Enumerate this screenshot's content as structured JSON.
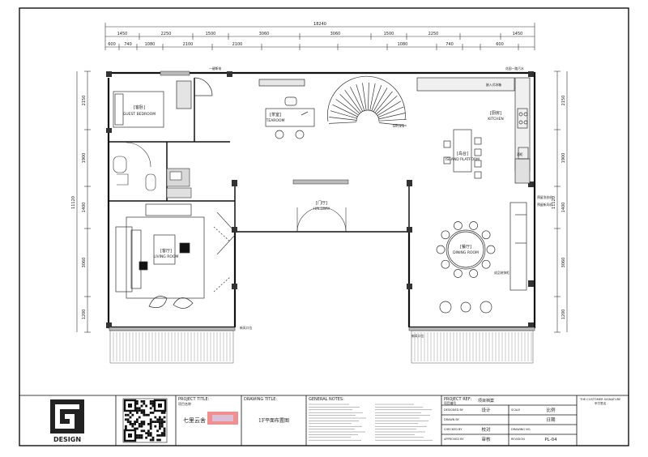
{
  "dimensions": {
    "top_total": "18240",
    "top_row1": [
      "1450",
      "2250",
      "1500",
      "3060",
      "3060",
      "1500",
      "2250",
      "1450"
    ],
    "top_row2": [
      "600",
      "740",
      "1080",
      "2100",
      "2100",
      "1080",
      "740",
      "600"
    ],
    "left": [
      "2150",
      "1900",
      "1400",
      "3060",
      "1200"
    ],
    "left_total": "11120",
    "right": [
      "2150",
      "1900",
      "1400",
      "3060",
      "1200"
    ],
    "right_total": "11120"
  },
  "rooms": {
    "guest": {
      "cn": "[客卧]",
      "en": "GUEST BEDROOM"
    },
    "study": {
      "cn": "[茶室]",
      "en": "TEAROOM"
    },
    "kitchen": {
      "cn": "[厨房]",
      "en": "KITCHEN"
    },
    "island": {
      "cn": "[岛台]",
      "en": "ISLAND PLATFORM"
    },
    "hallway": {
      "cn": "[门厅]",
      "en": "HALLWAY"
    },
    "living": {
      "cn": "[客厅]",
      "en": "LIVING ROOM"
    },
    "dining": {
      "cn": "[餐厅]",
      "en": "DINING ROOM"
    },
    "stair": "UP/21"
  },
  "notes": {
    "n1": "一键断电",
    "n2": "花园一路污水",
    "n3": "嵌入式冰箱",
    "n4": "预留洗衣机",
    "n5": "预留新风机",
    "n6": "成品装饰柜",
    "n7": "酒柜",
    "n8": "新风口位",
    "n9": "新风口位"
  },
  "title_block": {
    "logo_text": "DESIGN",
    "project_title_label": "PROJECT TITLE:",
    "project_title_cn": "项目名称",
    "project_name": "七里云舍",
    "drawing_title_label": "DRAWING TITLE:",
    "drawing_title": "1F平面布置图",
    "general_notes_label": "GENERAL NOTES:",
    "project_ref_label": "PROJECT REF:",
    "project_ref_cn": "项目编号",
    "archive": "项目档案",
    "designed_by": "DESIGNED BY",
    "design_cn": "设计",
    "scale_label": "SCALE",
    "scale_cn": "比例",
    "drawn_by": "DRAWN BY",
    "date_cn": "日期",
    "checked_by": "CHECKED BY",
    "check_cn": "校对",
    "drawing_no_label": "DRAWING NO.",
    "approved_by": "APPROVED BY",
    "approve_cn": "审核",
    "revision_label": "REVISION",
    "drawing_no": "PL-04",
    "customer_signature": "THE CUSTOMER SIGNATURE",
    "customer_signature_cn": "甲方签名"
  }
}
